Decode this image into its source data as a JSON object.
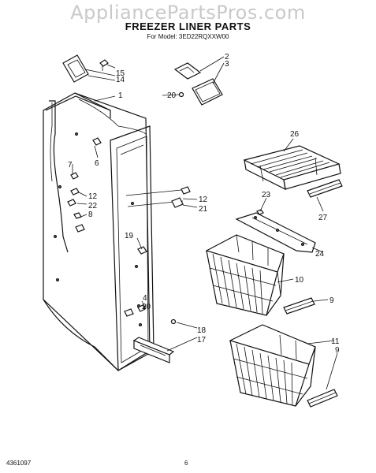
{
  "watermark": "AppliancePartsPros.com",
  "title": "FREEZER LINER PARTS",
  "subtitle": "For Model: 3ED22RQXXW00",
  "footer": {
    "doc_id": "4361097",
    "page_number": "6"
  },
  "callouts": {
    "c1": "1",
    "c2": "2",
    "c3": "3",
    "c4": "4",
    "c6": "6",
    "c7": "7",
    "c8": "8",
    "c9a": "9",
    "c9b": "9",
    "c10": "10",
    "c11": "11",
    "c12a": "12",
    "c12b": "12",
    "c14": "14",
    "c15": "15",
    "c17": "17",
    "c18": "18",
    "c19": "19",
    "c20a": "20",
    "c20b": "20",
    "c21": "21",
    "c22": "22",
    "c23": "23",
    "c24": "24",
    "c26": "26",
    "c27": "27"
  }
}
